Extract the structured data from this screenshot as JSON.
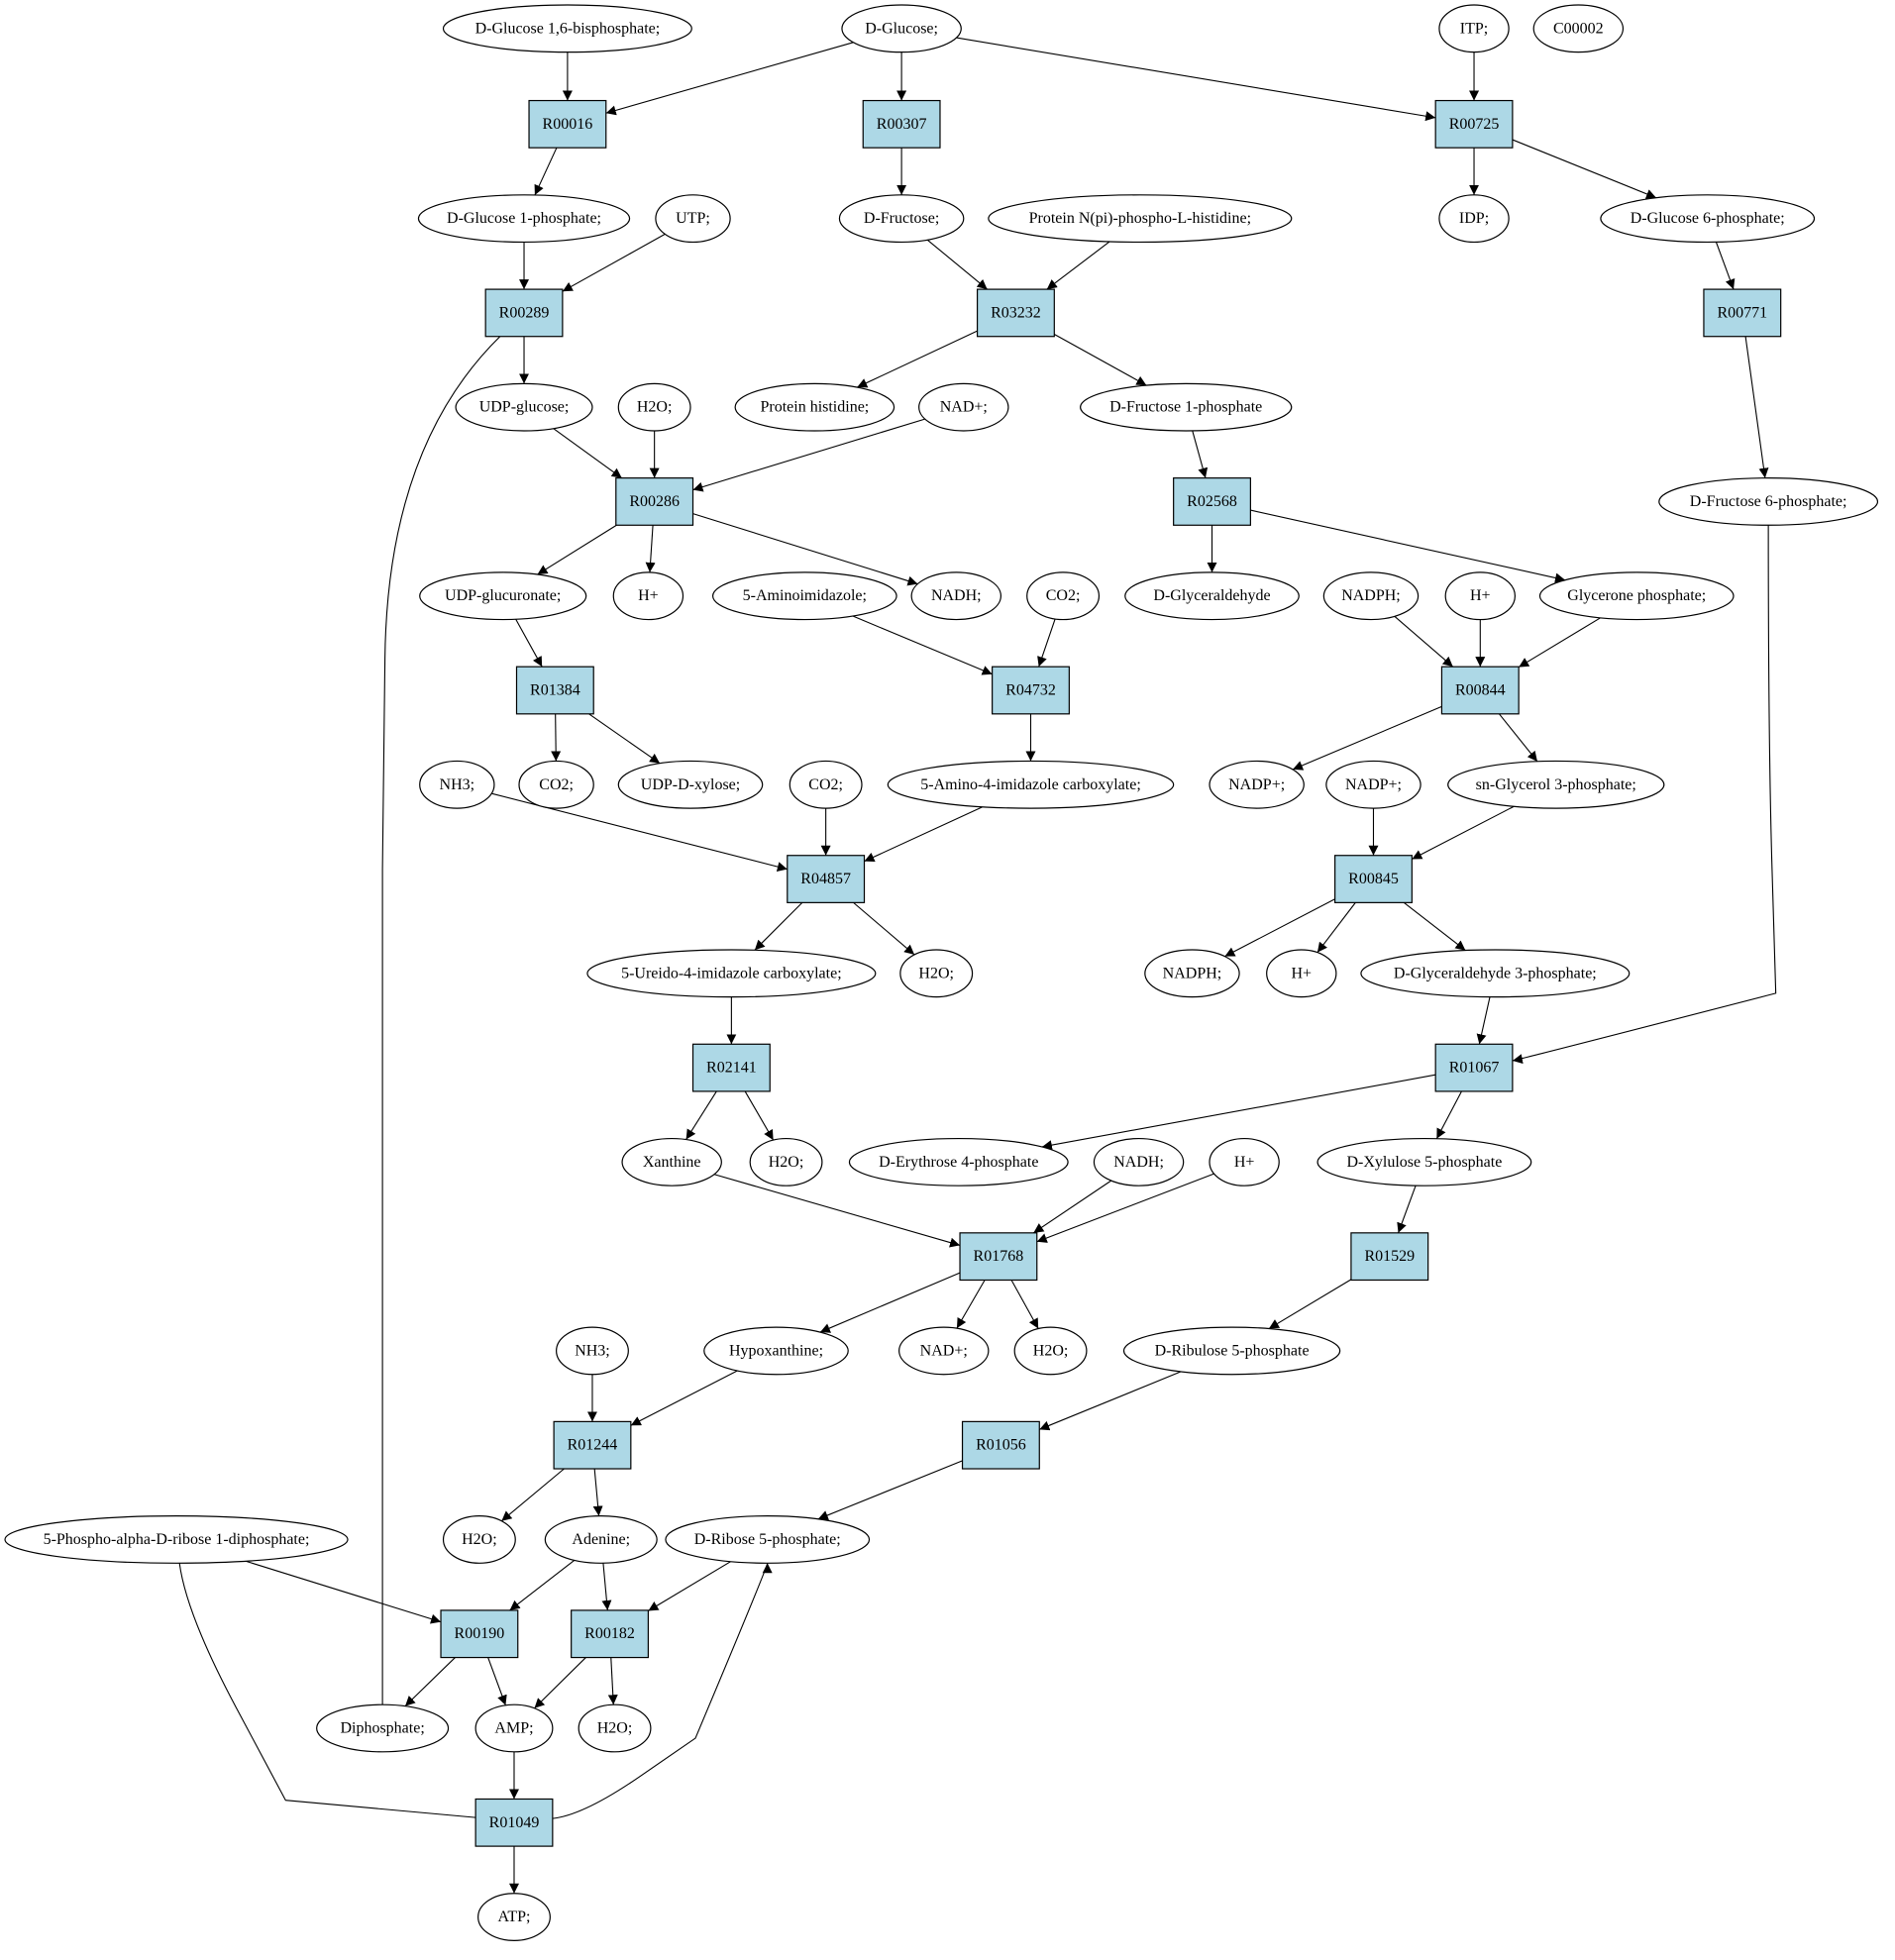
{
  "colors": {
    "reaction_fill": "#add8e6",
    "start_fill": "#00ee00",
    "target_fill": "#ffff00",
    "compound_fill": "#ffffff",
    "stroke": "#000000"
  },
  "nodes": [
    {
      "id": "glc16bp",
      "label": "D-Glucose 1,6-bisphosphate;",
      "kind": "compound"
    },
    {
      "id": "glc",
      "label": "D-Glucose;",
      "kind": "start"
    },
    {
      "id": "itp",
      "label": "ITP;",
      "kind": "compound"
    },
    {
      "id": "c00002",
      "label": "C00002",
      "kind": "target"
    },
    {
      "id": "r00016",
      "label": "R00016",
      "kind": "reaction"
    },
    {
      "id": "r00307",
      "label": "R00307",
      "kind": "reaction"
    },
    {
      "id": "r00725",
      "label": "R00725",
      "kind": "reaction"
    },
    {
      "id": "glc1p",
      "label": "D-Glucose 1-phosphate;",
      "kind": "compound"
    },
    {
      "id": "utp",
      "label": "UTP;",
      "kind": "compound"
    },
    {
      "id": "fru",
      "label": "D-Fructose;",
      "kind": "compound"
    },
    {
      "id": "protnph",
      "label": "Protein N(pi)-phospho-L-histidine;",
      "kind": "compound"
    },
    {
      "id": "idp",
      "label": "IDP;",
      "kind": "compound"
    },
    {
      "id": "glc6p",
      "label": "D-Glucose 6-phosphate;",
      "kind": "compound"
    },
    {
      "id": "r00289",
      "label": "R00289",
      "kind": "reaction"
    },
    {
      "id": "r03232",
      "label": "R03232",
      "kind": "reaction"
    },
    {
      "id": "r00771",
      "label": "R00771",
      "kind": "reaction"
    },
    {
      "id": "udpglc",
      "label": "UDP-glucose;",
      "kind": "compound"
    },
    {
      "id": "h2o_a",
      "label": "H2O;",
      "kind": "compound"
    },
    {
      "id": "prothis",
      "label": "Protein histidine;",
      "kind": "compound"
    },
    {
      "id": "nad_a",
      "label": "NAD+;",
      "kind": "compound"
    },
    {
      "id": "fru1p",
      "label": "D-Fructose 1-phosphate",
      "kind": "compound"
    },
    {
      "id": "r00286",
      "label": "R00286",
      "kind": "reaction"
    },
    {
      "id": "r02568",
      "label": "R02568",
      "kind": "reaction"
    },
    {
      "id": "fru6p",
      "label": "D-Fructose 6-phosphate;",
      "kind": "compound"
    },
    {
      "id": "udpglcu",
      "label": "UDP-glucuronate;",
      "kind": "compound"
    },
    {
      "id": "hplus_a",
      "label": "H+",
      "kind": "compound"
    },
    {
      "id": "aminoimid",
      "label": "5-Aminoimidazole;",
      "kind": "compound"
    },
    {
      "id": "nadh_a",
      "label": "NADH;",
      "kind": "compound"
    },
    {
      "id": "co2_a",
      "label": "CO2;",
      "kind": "compound"
    },
    {
      "id": "glyceral",
      "label": "D-Glyceraldehyde",
      "kind": "compound"
    },
    {
      "id": "nadph_a",
      "label": "NADPH;",
      "kind": "compound"
    },
    {
      "id": "hplus_b",
      "label": "H+",
      "kind": "compound"
    },
    {
      "id": "glyceronep",
      "label": "Glycerone phosphate;",
      "kind": "compound"
    },
    {
      "id": "r01384",
      "label": "R01384",
      "kind": "reaction"
    },
    {
      "id": "r04732",
      "label": "R04732",
      "kind": "reaction"
    },
    {
      "id": "r00844",
      "label": "R00844",
      "kind": "reaction"
    },
    {
      "id": "nh3_a",
      "label": "NH3;",
      "kind": "compound"
    },
    {
      "id": "co2_b",
      "label": "CO2;",
      "kind": "compound"
    },
    {
      "id": "udpxyl",
      "label": "UDP-D-xylose;",
      "kind": "compound"
    },
    {
      "id": "co2_c",
      "label": "CO2;",
      "kind": "compound"
    },
    {
      "id": "aic",
      "label": "5-Amino-4-imidazole carboxylate;",
      "kind": "compound"
    },
    {
      "id": "nadp_a",
      "label": "NADP+;",
      "kind": "compound"
    },
    {
      "id": "nadp_b",
      "label": "NADP+;",
      "kind": "compound"
    },
    {
      "id": "g3p",
      "label": "sn-Glycerol 3-phosphate;",
      "kind": "compound"
    },
    {
      "id": "r04857",
      "label": "R04857",
      "kind": "reaction"
    },
    {
      "id": "r00845",
      "label": "R00845",
      "kind": "reaction"
    },
    {
      "id": "uic",
      "label": "5-Ureido-4-imidazole carboxylate;",
      "kind": "compound"
    },
    {
      "id": "h2o_b",
      "label": "H2O;",
      "kind": "compound"
    },
    {
      "id": "nadph_b",
      "label": "NADPH;",
      "kind": "compound"
    },
    {
      "id": "hplus_c",
      "label": "H+",
      "kind": "compound"
    },
    {
      "id": "gap",
      "label": "D-Glyceraldehyde 3-phosphate;",
      "kind": "compound"
    },
    {
      "id": "r02141",
      "label": "R02141",
      "kind": "reaction"
    },
    {
      "id": "r01067",
      "label": "R01067",
      "kind": "reaction"
    },
    {
      "id": "xan",
      "label": "Xanthine",
      "kind": "compound"
    },
    {
      "id": "h2o_c",
      "label": "H2O;",
      "kind": "compound"
    },
    {
      "id": "e4p",
      "label": "D-Erythrose 4-phosphate",
      "kind": "compound"
    },
    {
      "id": "nadh_b",
      "label": "NADH;",
      "kind": "compound"
    },
    {
      "id": "hplus_d",
      "label": "H+",
      "kind": "compound"
    },
    {
      "id": "xu5p",
      "label": "D-Xylulose 5-phosphate",
      "kind": "compound"
    },
    {
      "id": "r01768",
      "label": "R01768",
      "kind": "reaction"
    },
    {
      "id": "r01529",
      "label": "R01529",
      "kind": "reaction"
    },
    {
      "id": "nh3_b",
      "label": "NH3;",
      "kind": "compound"
    },
    {
      "id": "hypox",
      "label": "Hypoxanthine;",
      "kind": "compound"
    },
    {
      "id": "nad_b",
      "label": "NAD+;",
      "kind": "compound"
    },
    {
      "id": "h2o_d",
      "label": "H2O;",
      "kind": "compound"
    },
    {
      "id": "ru5p",
      "label": "D-Ribulose 5-phosphate",
      "kind": "compound"
    },
    {
      "id": "r01244",
      "label": "R01244",
      "kind": "reaction"
    },
    {
      "id": "r01056",
      "label": "R01056",
      "kind": "reaction"
    },
    {
      "id": "prpp",
      "label": "5-Phospho-alpha-D-ribose 1-diphosphate;",
      "kind": "compound"
    },
    {
      "id": "h2o_e",
      "label": "H2O;",
      "kind": "compound"
    },
    {
      "id": "ade",
      "label": "Adenine;",
      "kind": "compound"
    },
    {
      "id": "r5p",
      "label": "D-Ribose 5-phosphate;",
      "kind": "compound"
    },
    {
      "id": "r00190",
      "label": "R00190",
      "kind": "reaction"
    },
    {
      "id": "r00182",
      "label": "R00182",
      "kind": "reaction"
    },
    {
      "id": "ppi",
      "label": "Diphosphate;",
      "kind": "compound"
    },
    {
      "id": "amp",
      "label": "AMP;",
      "kind": "compound"
    },
    {
      "id": "h2o_f",
      "label": "H2O;",
      "kind": "compound"
    },
    {
      "id": "r01049",
      "label": "R01049",
      "kind": "reaction"
    },
    {
      "id": "atp",
      "label": "ATP;",
      "kind": "compound"
    }
  ],
  "edges": [
    [
      "glc16bp",
      "r00016"
    ],
    [
      "glc",
      "r00016"
    ],
    [
      "glc",
      "r00307"
    ],
    [
      "glc",
      "r00725"
    ],
    [
      "itp",
      "r00725"
    ],
    [
      "r00016",
      "glc1p"
    ],
    [
      "r00307",
      "fru"
    ],
    [
      "r00725",
      "idp"
    ],
    [
      "r00725",
      "glc6p"
    ],
    [
      "glc1p",
      "r00289"
    ],
    [
      "utp",
      "r00289"
    ],
    [
      "fru",
      "r03232"
    ],
    [
      "protnph",
      "r03232"
    ],
    [
      "glc6p",
      "r00771"
    ],
    [
      "r00289",
      "udpglc"
    ],
    [
      "r00289",
      "ppi"
    ],
    [
      "r03232",
      "prothis"
    ],
    [
      "r03232",
      "fru1p"
    ],
    [
      "r00771",
      "fru6p"
    ],
    [
      "udpglc",
      "r00286"
    ],
    [
      "h2o_a",
      "r00286"
    ],
    [
      "nad_a",
      "r00286"
    ],
    [
      "fru1p",
      "r02568"
    ],
    [
      "r00286",
      "udpglcu"
    ],
    [
      "r00286",
      "hplus_a"
    ],
    [
      "r00286",
      "nadh_a"
    ],
    [
      "r02568",
      "glyceral"
    ],
    [
      "r02568",
      "glyceronep"
    ],
    [
      "udpglcu",
      "r01384"
    ],
    [
      "aminoimid",
      "r04732"
    ],
    [
      "co2_a",
      "r04732"
    ],
    [
      "nadph_a",
      "r00844"
    ],
    [
      "hplus_b",
      "r00844"
    ],
    [
      "glyceronep",
      "r00844"
    ],
    [
      "r01384",
      "co2_b"
    ],
    [
      "r01384",
      "udpxyl"
    ],
    [
      "r04732",
      "aic"
    ],
    [
      "r00844",
      "nadp_a"
    ],
    [
      "r00844",
      "g3p"
    ],
    [
      "nh3_a",
      "r04857"
    ],
    [
      "co2_c",
      "r04857"
    ],
    [
      "aic",
      "r04857"
    ],
    [
      "nadp_b",
      "r00845"
    ],
    [
      "g3p",
      "r00845"
    ],
    [
      "r04857",
      "uic"
    ],
    [
      "r04857",
      "h2o_b"
    ],
    [
      "r00845",
      "nadph_b"
    ],
    [
      "r00845",
      "hplus_c"
    ],
    [
      "r00845",
      "gap"
    ],
    [
      "uic",
      "r02141"
    ],
    [
      "gap",
      "r01067"
    ],
    [
      "fru6p",
      "r01067"
    ],
    [
      "r02141",
      "xan"
    ],
    [
      "r02141",
      "h2o_c"
    ],
    [
      "r01067",
      "e4p"
    ],
    [
      "r01067",
      "xu5p"
    ],
    [
      "xan",
      "r01768"
    ],
    [
      "nadh_b",
      "r01768"
    ],
    [
      "hplus_d",
      "r01768"
    ],
    [
      "xu5p",
      "r01529"
    ],
    [
      "r01768",
      "hypox"
    ],
    [
      "r01768",
      "nad_b"
    ],
    [
      "r01768",
      "h2o_d"
    ],
    [
      "r01529",
      "ru5p"
    ],
    [
      "nh3_b",
      "r01244"
    ],
    [
      "hypox",
      "r01244"
    ],
    [
      "ru5p",
      "r01056"
    ],
    [
      "r01244",
      "h2o_e"
    ],
    [
      "r01244",
      "ade"
    ],
    [
      "r01056",
      "r5p"
    ],
    [
      "prpp",
      "r00190"
    ],
    [
      "ade",
      "r00190"
    ],
    [
      "ade",
      "r00182"
    ],
    [
      "r5p",
      "r00182"
    ],
    [
      "r00190",
      "ppi"
    ],
    [
      "r00190",
      "amp"
    ],
    [
      "r00182",
      "amp"
    ],
    [
      "r00182",
      "h2o_f"
    ],
    [
      "prpp",
      "r01049"
    ],
    [
      "amp",
      "r01049"
    ],
    [
      "r01049",
      "atp"
    ],
    [
      "r01049",
      "r5p"
    ]
  ]
}
